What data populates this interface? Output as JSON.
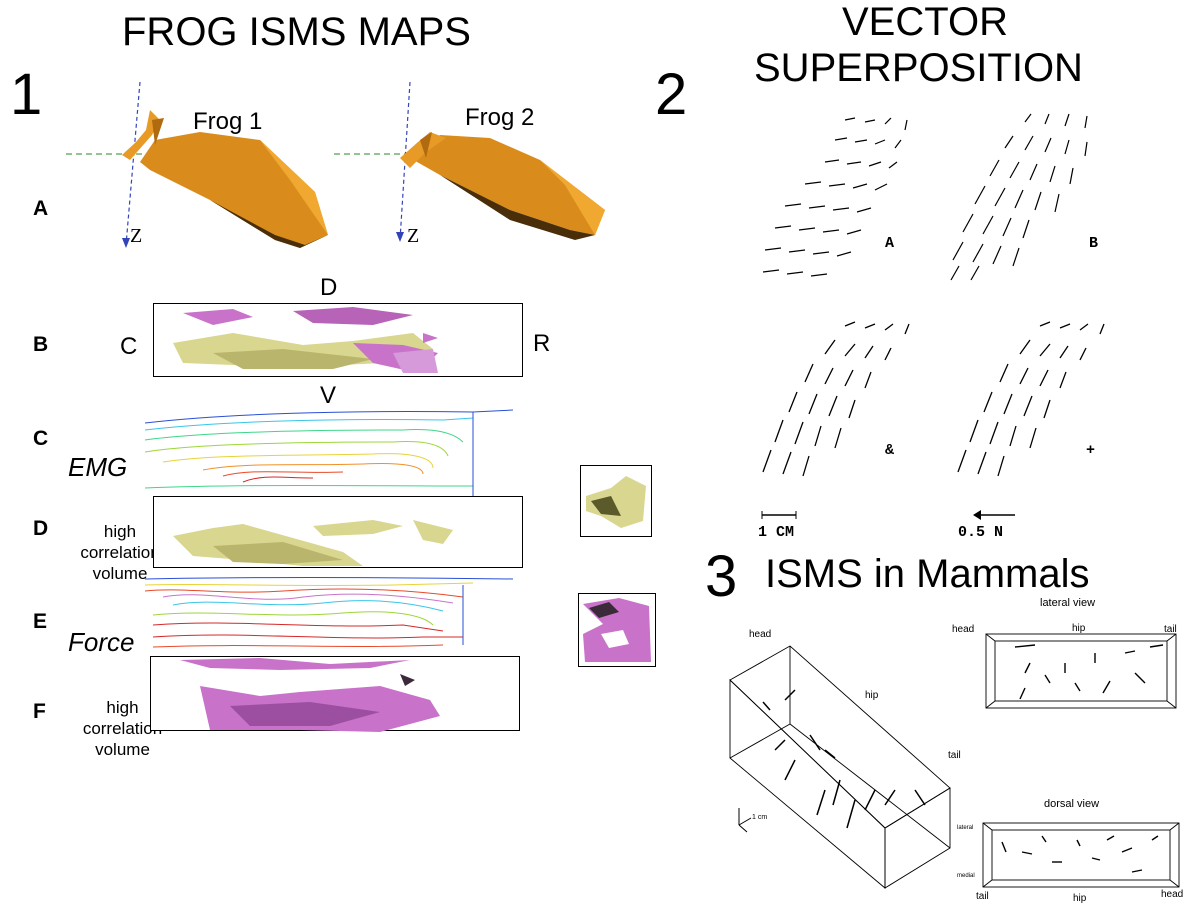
{
  "section1": {
    "title": "FROG  ISMS MAPS",
    "number": "1",
    "rows": [
      "A",
      "B",
      "C",
      "D",
      "E",
      "F"
    ],
    "frog1_label": "Frog 1",
    "frog2_label": "Frog 2",
    "z_axis": "Z",
    "orientation": {
      "d": "D",
      "v": "V",
      "c": "C",
      "r": "R"
    },
    "emg_label": "EMG",
    "force_label": "Force",
    "high_corr_d": [
      "high",
      "correlation",
      "volume"
    ],
    "high_corr_f": [
      "high",
      "correlation",
      "volume"
    ]
  },
  "section2": {
    "title_line1": "VECTOR",
    "title_line2": "SUPERPOSITION",
    "number": "2",
    "field_labels": [
      "A",
      "B",
      "&",
      "+"
    ],
    "scale_length": "1 CM",
    "scale_force": "0.5 N"
  },
  "section3": {
    "number": "3",
    "title": "ISMS  in Mammals",
    "persp": {
      "head": "head",
      "hip": "hip",
      "tail": "tail",
      "scale": "1 cm"
    },
    "lateral": {
      "title": "lateral view",
      "head": "head",
      "hip": "hip",
      "tail": "tail"
    },
    "dorsal": {
      "title": "dorsal view",
      "lateral": "lateral",
      "medial": "medial",
      "tail": "tail",
      "hip": "hip",
      "head": "head"
    }
  },
  "colors": {
    "frog_orange": "#d98c1c",
    "frog_dark": "#4a2e0a",
    "volume_yellow": "#d9d68f",
    "volume_pink": "#c873c9"
  }
}
